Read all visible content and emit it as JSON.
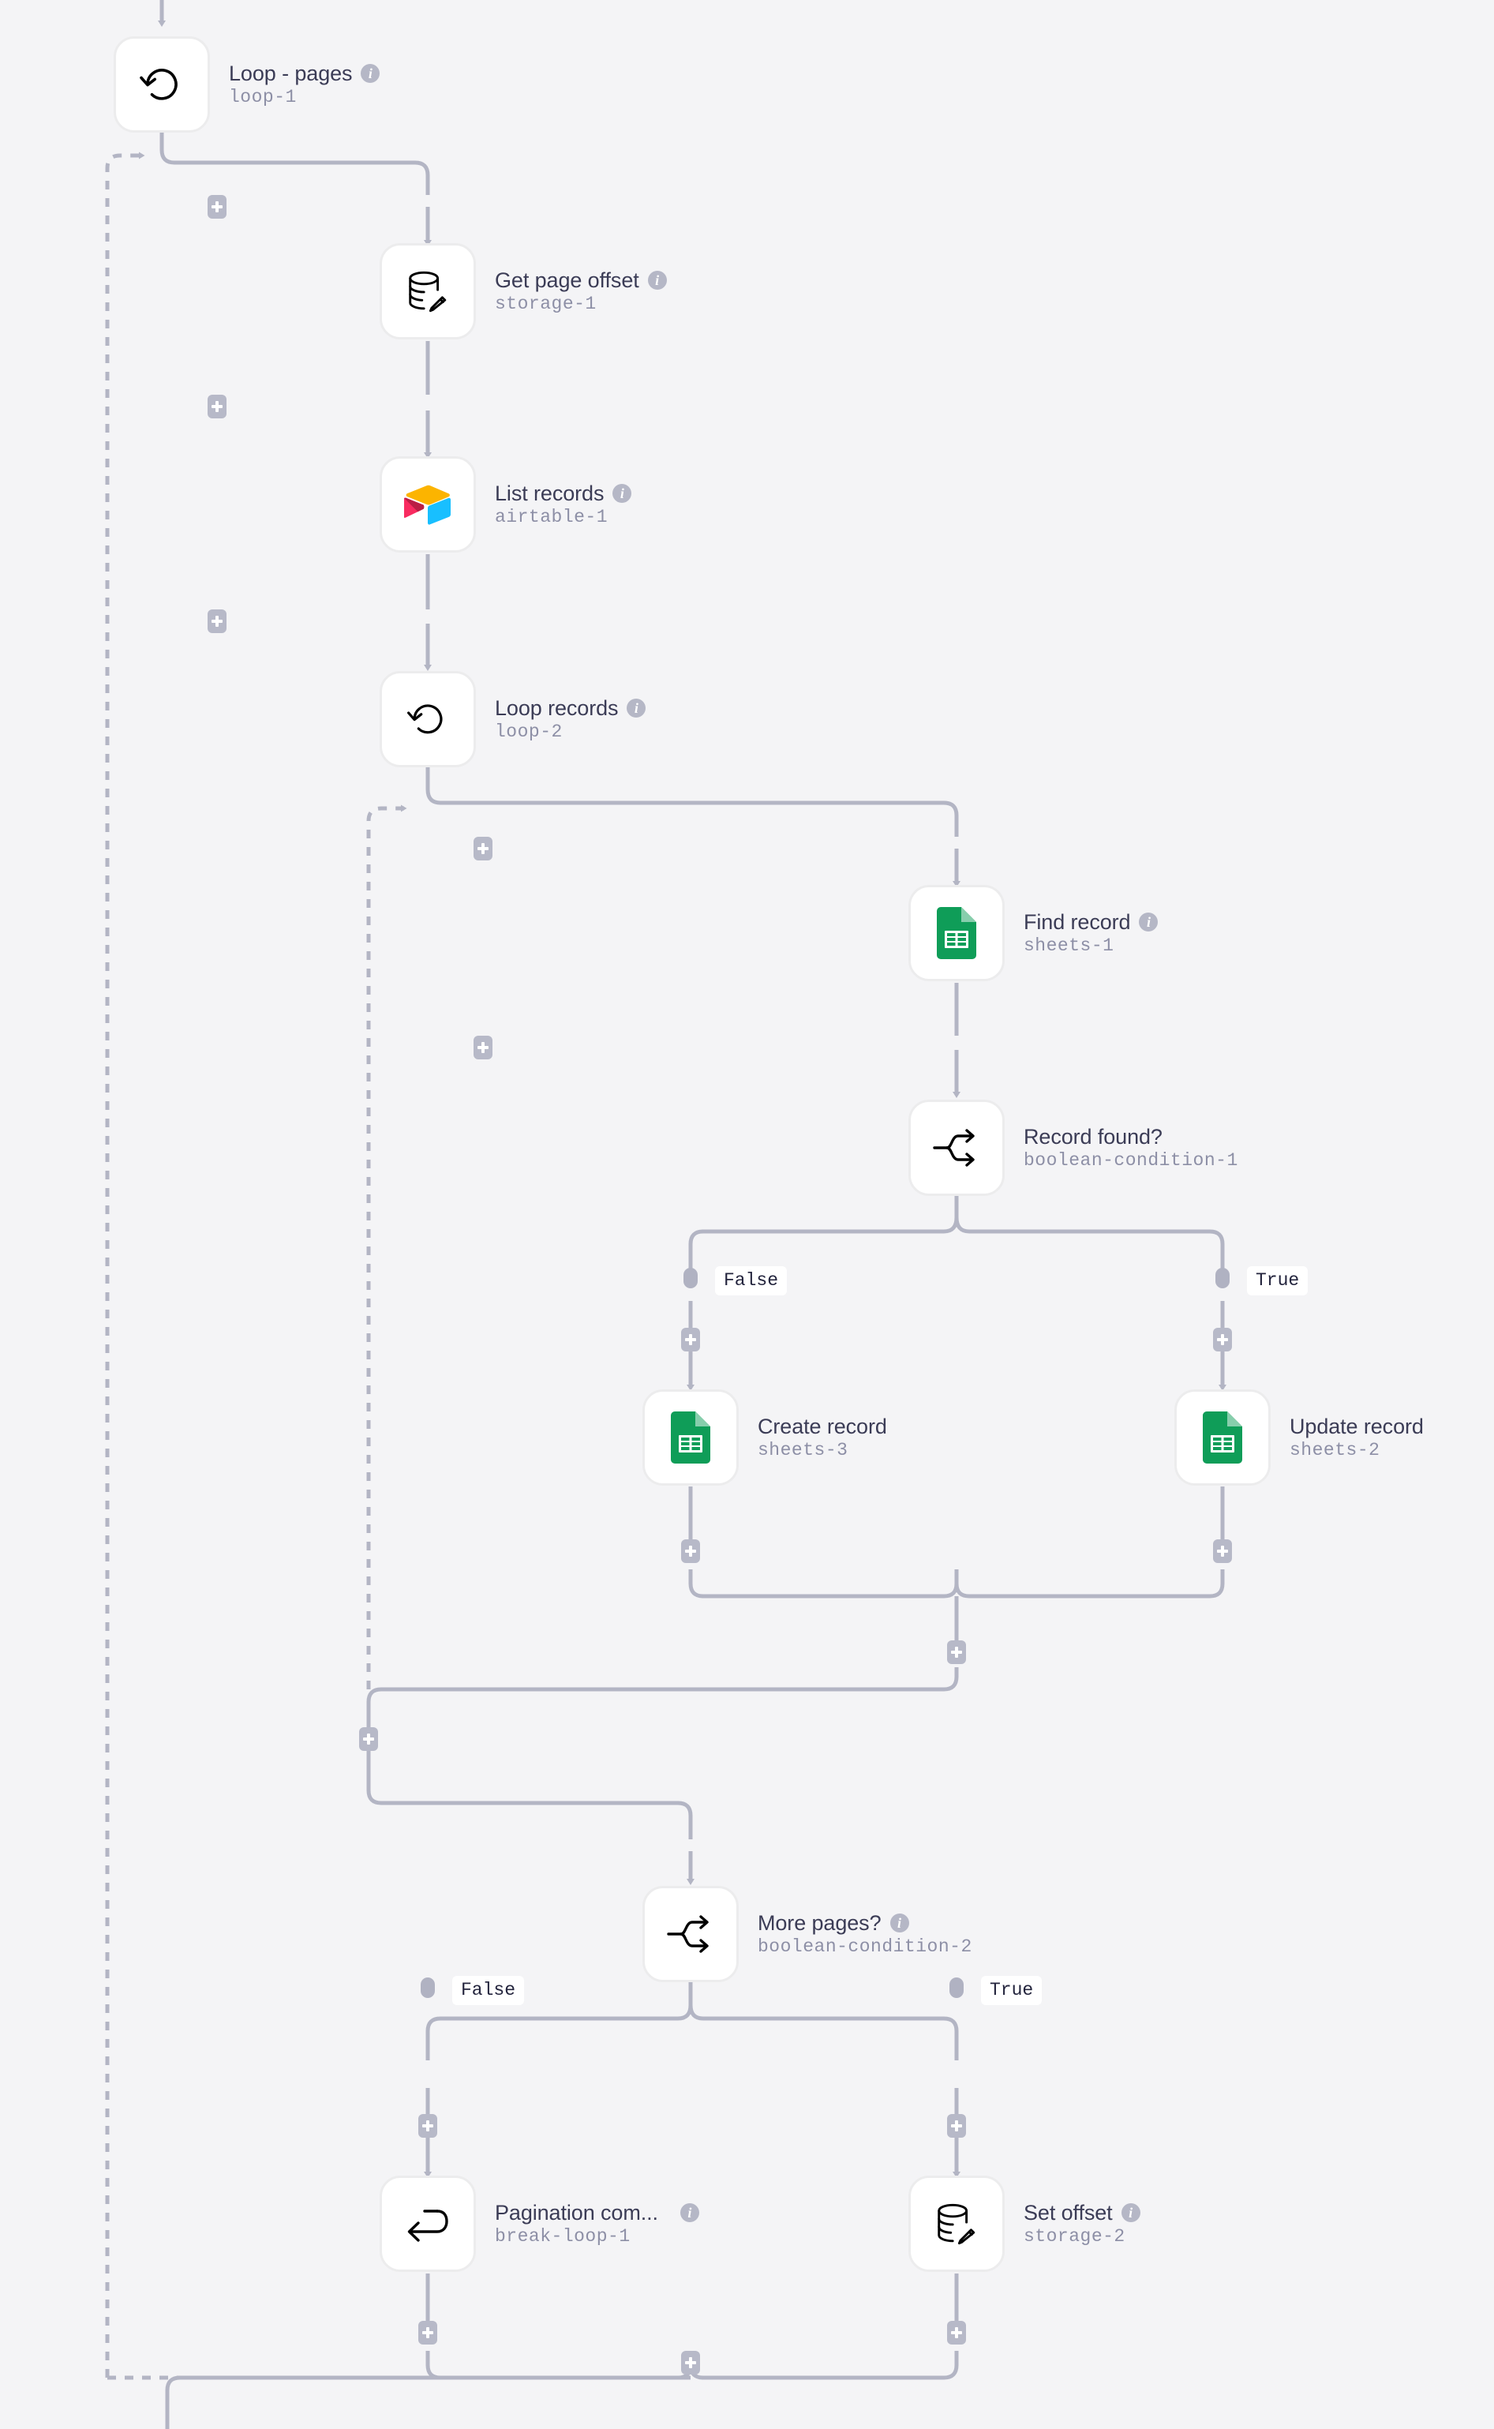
{
  "canvas": {
    "background": "#f4f4f6",
    "wire_color": "#b3b5c4",
    "accent_info": "#b5b7c6"
  },
  "nodes": [
    {
      "id": "loop-1",
      "title": "Loop - pages",
      "subtitle": "loop-1",
      "icon": "loop-icon",
      "has_info": true
    },
    {
      "id": "storage-1",
      "title": "Get page offset",
      "subtitle": "storage-1",
      "icon": "database-edit-icon",
      "has_info": true
    },
    {
      "id": "airtable-1",
      "title": "List records",
      "subtitle": "airtable-1",
      "icon": "airtable-icon",
      "has_info": true
    },
    {
      "id": "loop-2",
      "title": "Loop records",
      "subtitle": "loop-2",
      "icon": "loop-icon",
      "has_info": true
    },
    {
      "id": "sheets-1",
      "title": "Find record",
      "subtitle": "sheets-1",
      "icon": "google-sheets-icon",
      "has_info": true
    },
    {
      "id": "boolean-condition-1",
      "title": "Record found?",
      "subtitle": "boolean-condition-1",
      "icon": "branch-fork-icon",
      "has_info": false
    },
    {
      "id": "sheets-3",
      "title": "Create record",
      "subtitle": "sheets-3",
      "icon": "google-sheets-icon",
      "has_info": false
    },
    {
      "id": "sheets-2",
      "title": "Update record",
      "subtitle": "sheets-2",
      "icon": "google-sheets-icon",
      "has_info": false
    },
    {
      "id": "boolean-condition-2",
      "title": "More pages?",
      "subtitle": "boolean-condition-2",
      "icon": "branch-fork-icon",
      "has_info": true
    },
    {
      "id": "break-loop-1",
      "title": "Pagination com...",
      "subtitle": "break-loop-1",
      "icon": "break-loop-icon",
      "has_info": true
    },
    {
      "id": "storage-2",
      "title": "Set offset",
      "subtitle": "storage-2",
      "icon": "database-edit-icon",
      "has_info": true
    }
  ],
  "branch_labels": {
    "condition_1_false": "False",
    "condition_1_true": "True",
    "condition_2_false": "False",
    "condition_2_true": "True"
  },
  "add_buttons": {
    "label": "+",
    "count": 14
  }
}
